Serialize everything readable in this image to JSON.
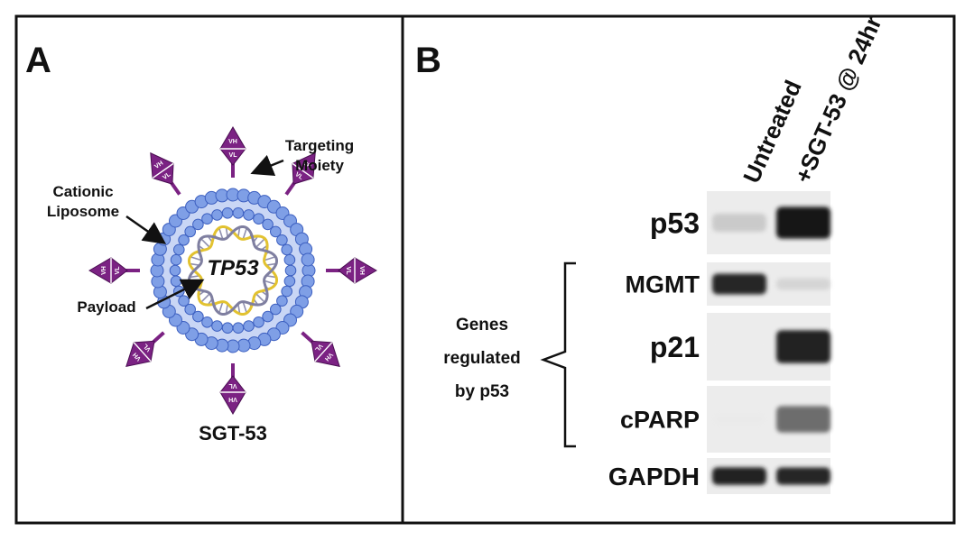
{
  "panel_a": {
    "letter": "A",
    "labels": {
      "targeting_line1": "Targeting",
      "targeting_line2": "Moiety",
      "cationic_line1": "Cationic",
      "cationic_line2": "Liposome",
      "payload": "Payload",
      "core": "TP53",
      "caption": "SGT-53"
    },
    "antibody_labels": {
      "heavy": "VH",
      "light": "VL"
    },
    "colors": {
      "bead": "#7f9fe6",
      "antibody": "#7b2283",
      "dna_backbone": "#e2c230",
      "dna_rung": "#8f8fae"
    }
  },
  "panel_b": {
    "letter": "B",
    "columns": [
      "Untreated",
      "+SGT-53 @ 24hr"
    ],
    "bands": [
      {
        "label": "p53",
        "intensities": [
          0.28,
          0.95
        ]
      },
      {
        "label": "MGMT",
        "intensities": [
          0.88,
          0.22
        ]
      },
      {
        "label": "p21",
        "intensities": [
          0.03,
          0.9
        ]
      },
      {
        "label": "cPARP",
        "intensities": [
          0.05,
          0.62
        ]
      },
      {
        "label": "GAPDH",
        "intensities": [
          0.9,
          0.88
        ]
      }
    ],
    "bracket_label": [
      "Genes",
      "regulated",
      "by p53"
    ]
  }
}
